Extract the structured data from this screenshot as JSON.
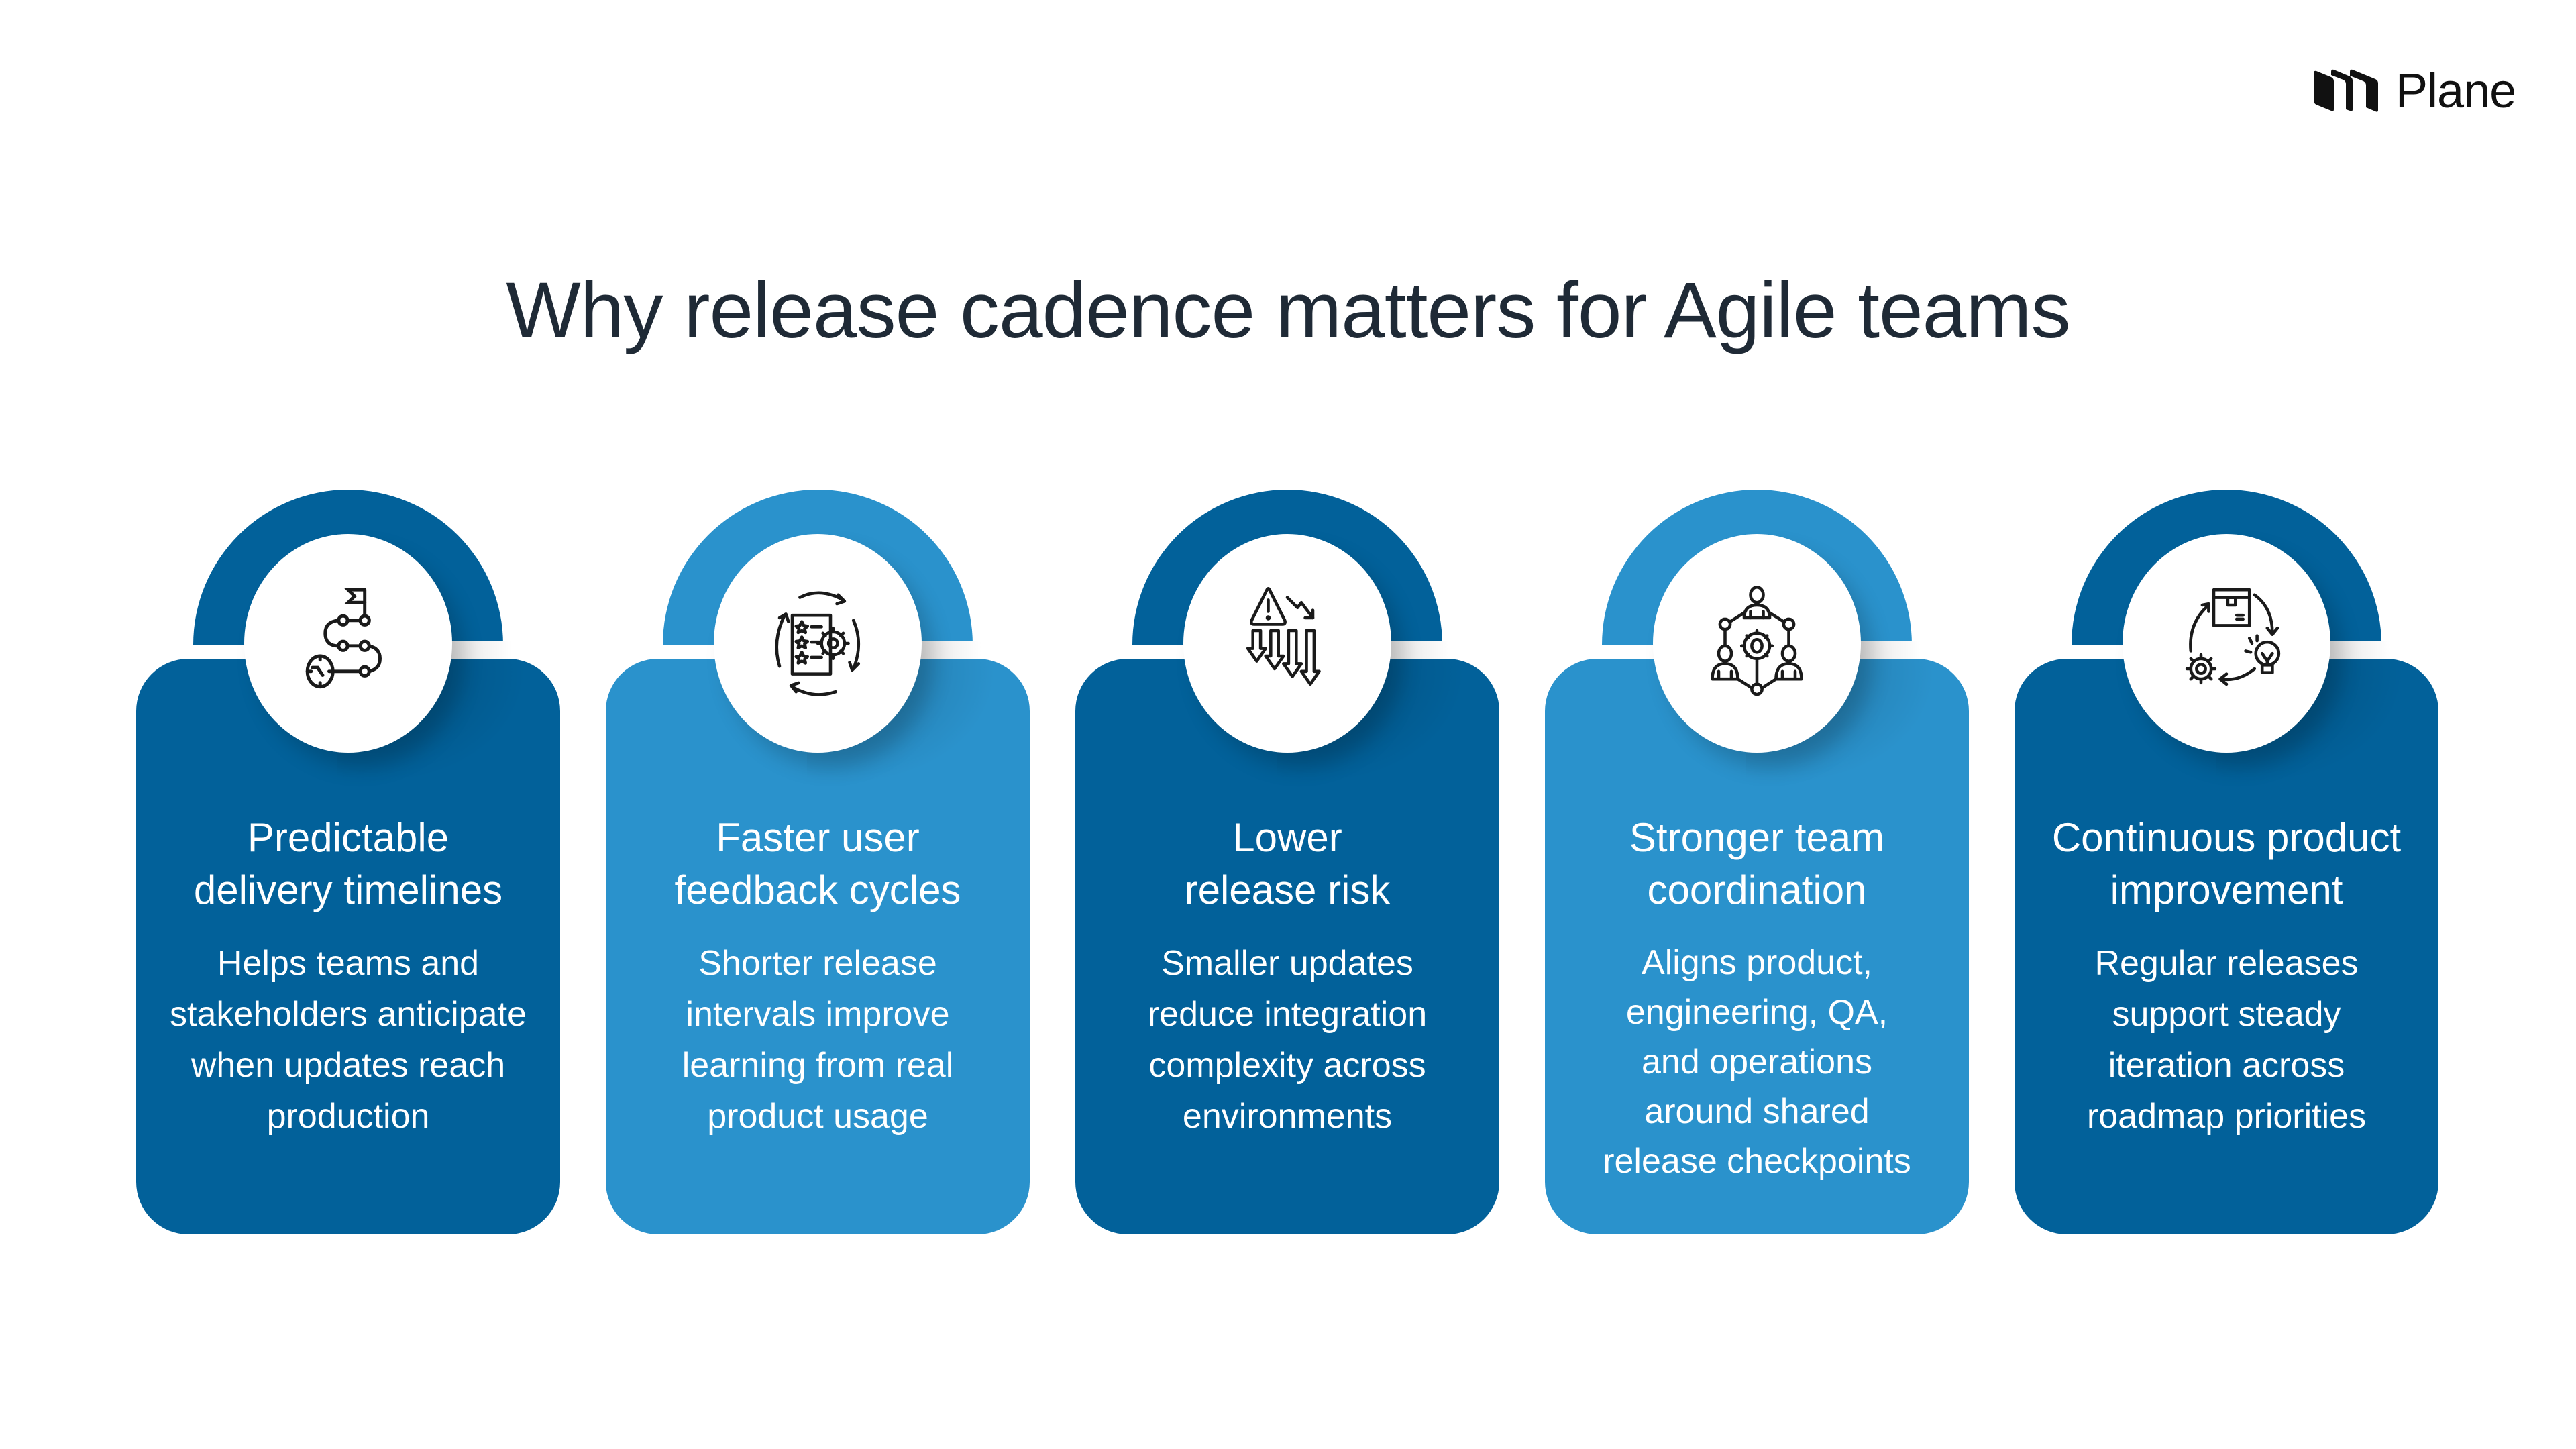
{
  "brand": {
    "logo_text": "Plane"
  },
  "title": "Why release cadence matters for Agile teams",
  "colors": {
    "dark_blue": "#02619a",
    "light_blue": "#2a92cc",
    "title_text": "#1f2a36",
    "card_text": "#ffffff"
  },
  "cards": [
    {
      "icon": "roadmap-timeline-icon",
      "title_line1": "Predictable",
      "title_line2": "delivery timelines",
      "desc": [
        "Helps teams and",
        "stakeholders anticipate",
        "when updates reach",
        "production"
      ],
      "color": "dark"
    },
    {
      "icon": "feedback-cycle-icon",
      "title_line1": "Faster user",
      "title_line2": "feedback cycles",
      "desc": [
        "Shorter release",
        "intervals improve",
        "learning from real",
        "product usage"
      ],
      "color": "light"
    },
    {
      "icon": "risk-reduction-icon",
      "title_line1": "Lower",
      "title_line2": "release risk",
      "desc": [
        "Smaller updates",
        "reduce integration",
        "complexity across",
        "environments"
      ],
      "color": "dark"
    },
    {
      "icon": "team-coordination-icon",
      "title_line1": "Stronger team",
      "title_line2": "coordination",
      "desc": [
        "Aligns product,",
        "engineering, QA,",
        "and operations",
        "around shared",
        "release checkpoints"
      ],
      "color": "light"
    },
    {
      "icon": "continuous-improvement-icon",
      "title_line1": "Continuous product",
      "title_line2": "improvement",
      "desc": [
        "Regular releases",
        "support steady",
        "iteration across",
        "roadmap priorities"
      ],
      "color": "dark"
    }
  ]
}
